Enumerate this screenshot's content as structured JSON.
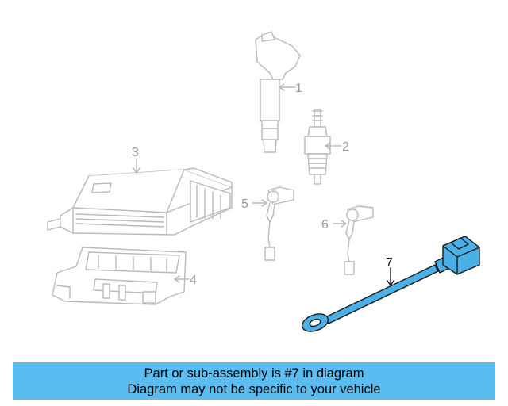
{
  "callouts": {
    "c1": "1",
    "c2": "2",
    "c3": "3",
    "c4": "4",
    "c5": "5",
    "c6": "6",
    "c7": "7"
  },
  "highlighted_part": "7",
  "colors": {
    "highlight": "#4ab0e6",
    "banner_bg": "#5bbcf0",
    "ghost_stroke": "#b9b9b9"
  },
  "banner": {
    "line1": "Part or sub-assembly is #7 in diagram",
    "line2": "Diagram may not be specific to your vehicle"
  }
}
